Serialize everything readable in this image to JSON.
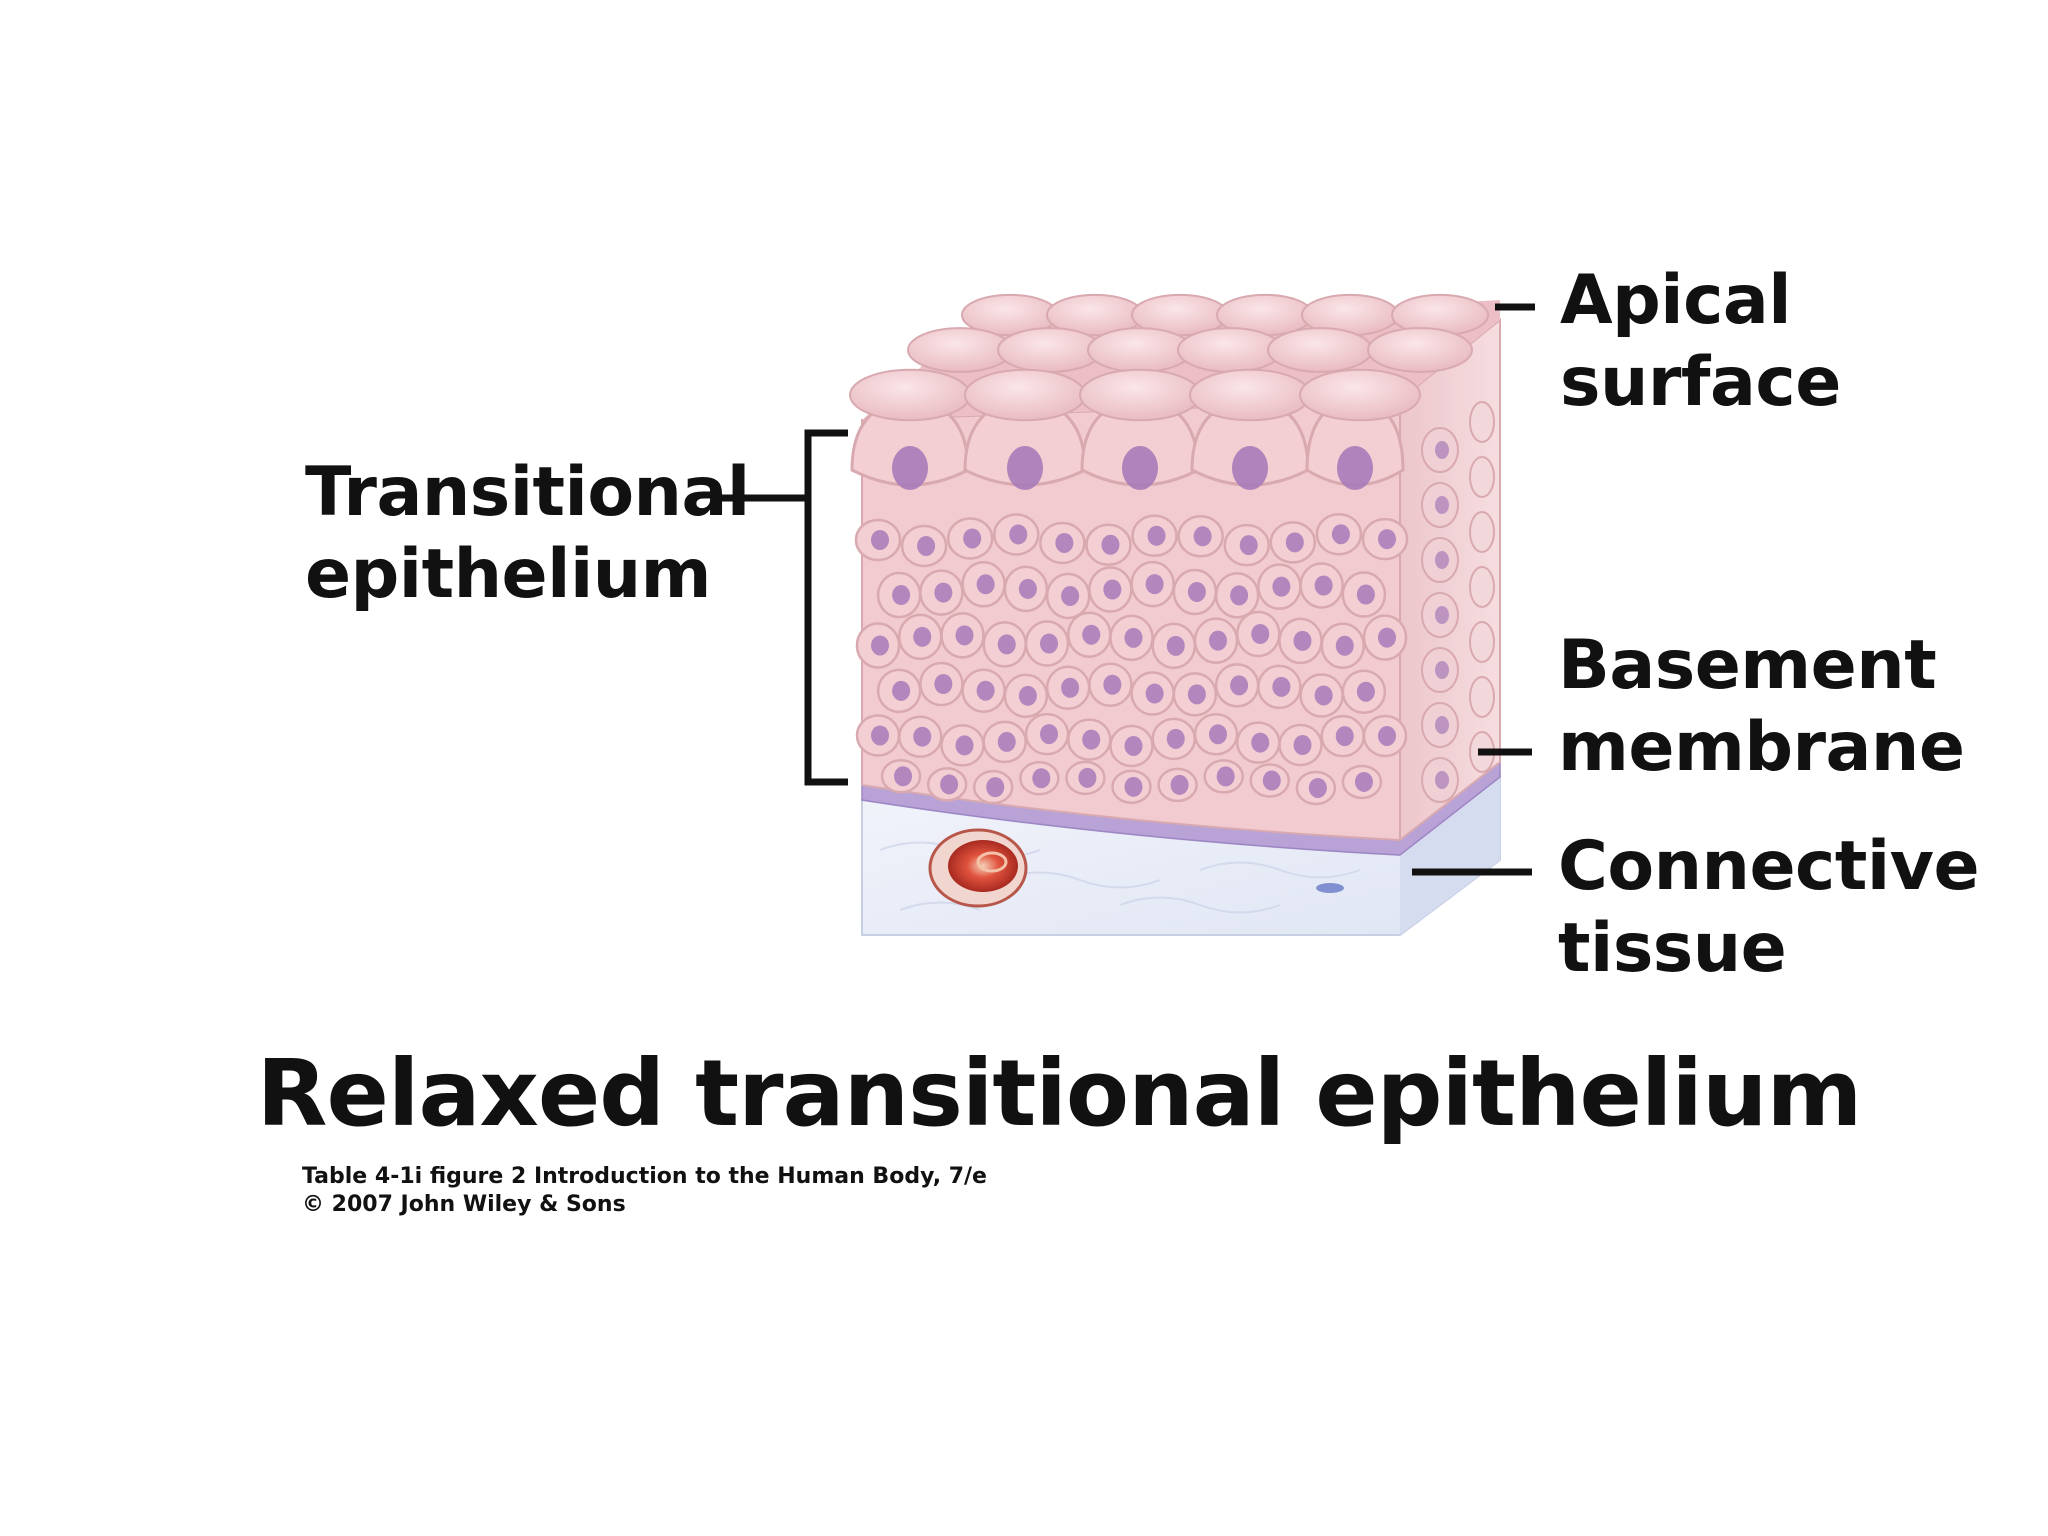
{
  "labels": {
    "transitional_epithelium": [
      "Transitional",
      "epithelium"
    ],
    "apical_surface": [
      "Apical",
      "surface"
    ],
    "basement_membrane": [
      "Basement",
      "membrane"
    ],
    "connective_tissue": [
      "Connective",
      "tissue"
    ]
  },
  "title": "Relaxed transitional epithelium",
  "caption": [
    "Table 4-1i figure 2  Introduction to the Human Body, 7/e",
    "© 2007 John Wiley & Sons"
  ],
  "colors": {
    "cell_fill": "#f3cfd3",
    "cell_outline": "#d9a9b0",
    "nucleus": "#a77ab8",
    "basement_membrane": "#b8a2d6",
    "connective_tissue": "#e6ebf6",
    "blood_vessel": "#c9332a"
  }
}
